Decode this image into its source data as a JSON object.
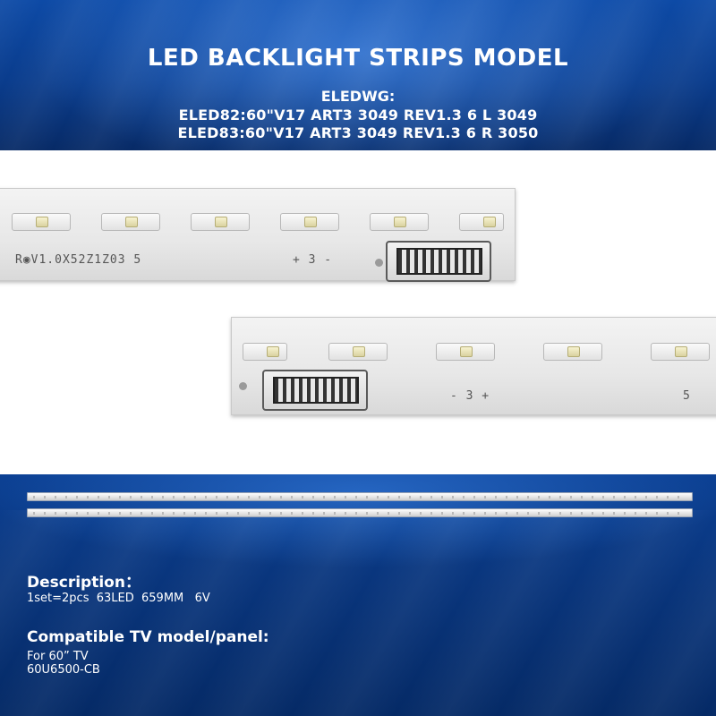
{
  "banner": {
    "title": "LED BACKLIGHT STRIPS MODEL",
    "eledwg_label": "ELEDWG:",
    "models": [
      "ELED82:60\"V17 ART3 3049 REV1.3 6 L 3049",
      "ELED83:60\"V17 ART3 3049 REV1.3 6 R 3050"
    ]
  },
  "photo": {
    "strip1_print_left": "R◉V1.0X52Z1Z03  5",
    "strip1_print_mid": "+ 3 -",
    "strip2_print_mid": "- 3 +",
    "strip2_print_right": "5"
  },
  "description": {
    "heading": "Description：",
    "value": "1set=2pcs  63LED  659MM   6V"
  },
  "compatible": {
    "heading": "Compatible TV model/panel:",
    "line1": "For 60” TV",
    "line2": "60U6500-CB"
  },
  "colors": {
    "banner_blue": "#0a3c8c",
    "text_white": "#ffffff"
  }
}
